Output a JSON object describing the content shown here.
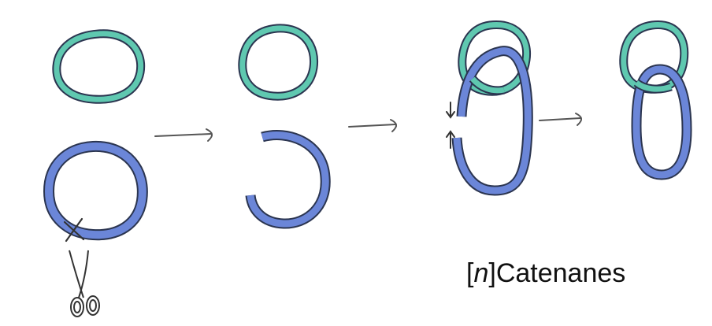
{
  "caption": {
    "open": "[",
    "n": "n",
    "close": "]Catenanes"
  },
  "colors": {
    "green_ring": "#5fc8b0",
    "blue_ring": "#6b86d8",
    "outline": "#2b3550",
    "arrow": "#555555",
    "background": "#ffffff"
  },
  "icons": [
    "scissors-icon",
    "cut-mark-icon",
    "arrow-icon",
    "small-arrow-down-icon",
    "small-arrow-up-icon"
  ],
  "steps": [
    {
      "green": "closed-ring",
      "blue": "closed-ring"
    },
    {
      "green": "closed-ring",
      "blue": "cut-open-ring"
    },
    {
      "green": "closed-ring",
      "blue": "threaded-open-ring"
    },
    {
      "green": "closed-ring",
      "blue": "interlocked-ring"
    }
  ]
}
